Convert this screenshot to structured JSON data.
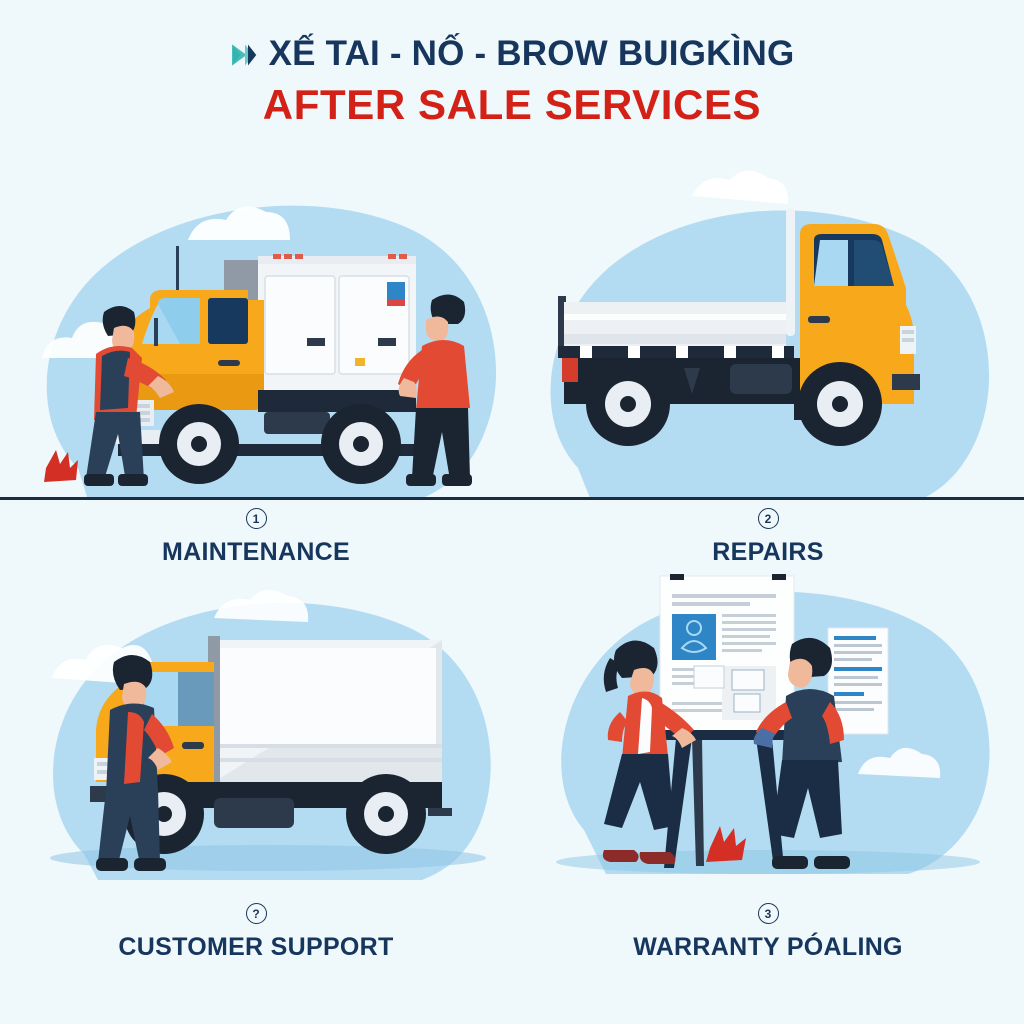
{
  "background_color": "#eff8fb",
  "colors": {
    "navy": "#16365e",
    "red": "#d32118",
    "truck_yellow": "#f7a81b",
    "blob_blue": "#b3dcf2",
    "uniform_navy": "#2a3f58",
    "uniform_red": "#e24a33",
    "ground_line": "#1b2d45"
  },
  "header": {
    "logo_icon": "brand-m-logo-icon",
    "title_line1": "XẾ TAI - NỐ - BROW BUIGKÌNG",
    "title_line2": "AFTER SALE  SERVICES"
  },
  "panels": [
    {
      "badge": "1",
      "label": "MAINTENANCE",
      "scene": "mechanic-and-worker-with-yellow-box-truck"
    },
    {
      "badge": "2",
      "label": "REPAIRS",
      "scene": "yellow-flatbed-dump-truck"
    },
    {
      "badge": "?",
      "label": "CUSTOMER SUPPORT",
      "scene": "worker-at-yellow-box-truck-door"
    },
    {
      "badge": "3",
      "label": "WARRANTY PÓALING",
      "scene": "two-people-presenting-at-flipchart-easel"
    }
  ]
}
